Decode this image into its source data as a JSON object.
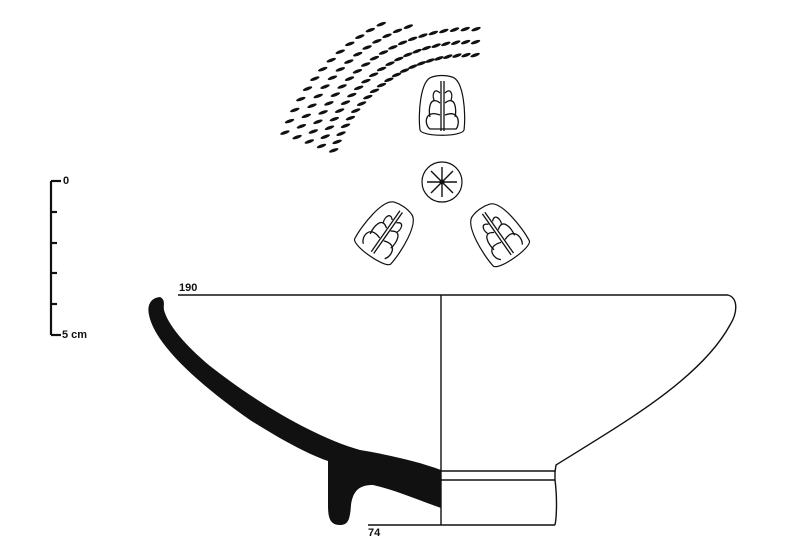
{
  "figure": {
    "type": "archaeological pottery drawing",
    "subject": "stamped ring-foot bowl profile with stamp impressions"
  },
  "scale_bar": {
    "label_top": "0",
    "label_bottom": "5 cm",
    "ticks": 5
  },
  "vessel": {
    "rim_diameter_label": "190",
    "base_diameter_label": "74"
  },
  "decoration": {
    "roulette_band": "band of oblique comma-shaped impressions",
    "stamps": [
      "palmette stamp (top)",
      "rosette stamp (center)",
      "palmette stamp (lower left)",
      "palmette stamp (lower right)"
    ]
  },
  "colors": {
    "ink": "#111111",
    "paper": "#ffffff"
  }
}
